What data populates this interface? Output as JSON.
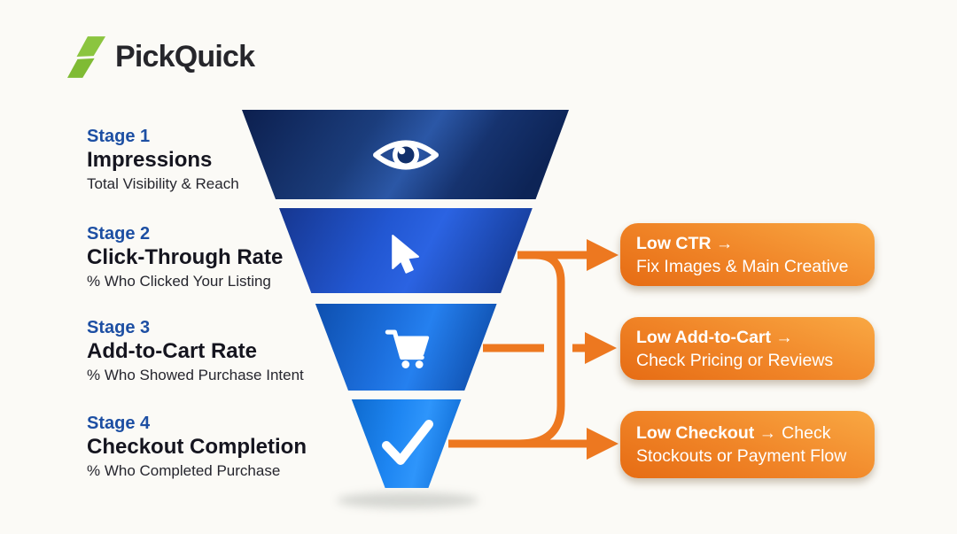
{
  "logo": {
    "text": "PickQuick",
    "icon": "lightning-bolt-icon",
    "green": "#8bc53f",
    "text_color": "#26262b"
  },
  "stages": [
    {
      "label": "Stage 1",
      "title": "Impressions",
      "subtitle": "Total Visibility & Reach",
      "icon": "eye-icon"
    },
    {
      "label": "Stage 2",
      "title": "Click-Through Rate",
      "subtitle": "% Who Clicked Your Listing",
      "icon": "cursor-icon"
    },
    {
      "label": "Stage 3",
      "title": "Add-to-Cart Rate",
      "subtitle": "% Who Showed Purchase Intent",
      "icon": "cart-icon"
    },
    {
      "label": "Stage 4",
      "title": "Checkout Completion",
      "subtitle": "% Who Completed Purchase",
      "icon": "checkmark-icon"
    }
  ],
  "callouts": [
    {
      "bold": "Low CTR →",
      "normal": "Fix Images & Main Creative"
    },
    {
      "bold": "Low Add-to-Cart →",
      "normal": "Check Pricing or Reviews"
    },
    {
      "bold": "Low Checkout →",
      "normal": "Check Stockouts or Payment Flow"
    }
  ],
  "colors": {
    "stage_label_blue": "#1d4fa3",
    "funnel_segment_1": "#1b3d7c",
    "funnel_segment_2": "#2257d2",
    "funnel_segment_3": "#1c6fdd",
    "funnel_segment_4": "#1e86f2",
    "arrow_orange": "#ed7820",
    "callout_orange_light": "#f9a843",
    "callout_orange_dark": "#e66c14",
    "background": "#fbfaf6"
  }
}
